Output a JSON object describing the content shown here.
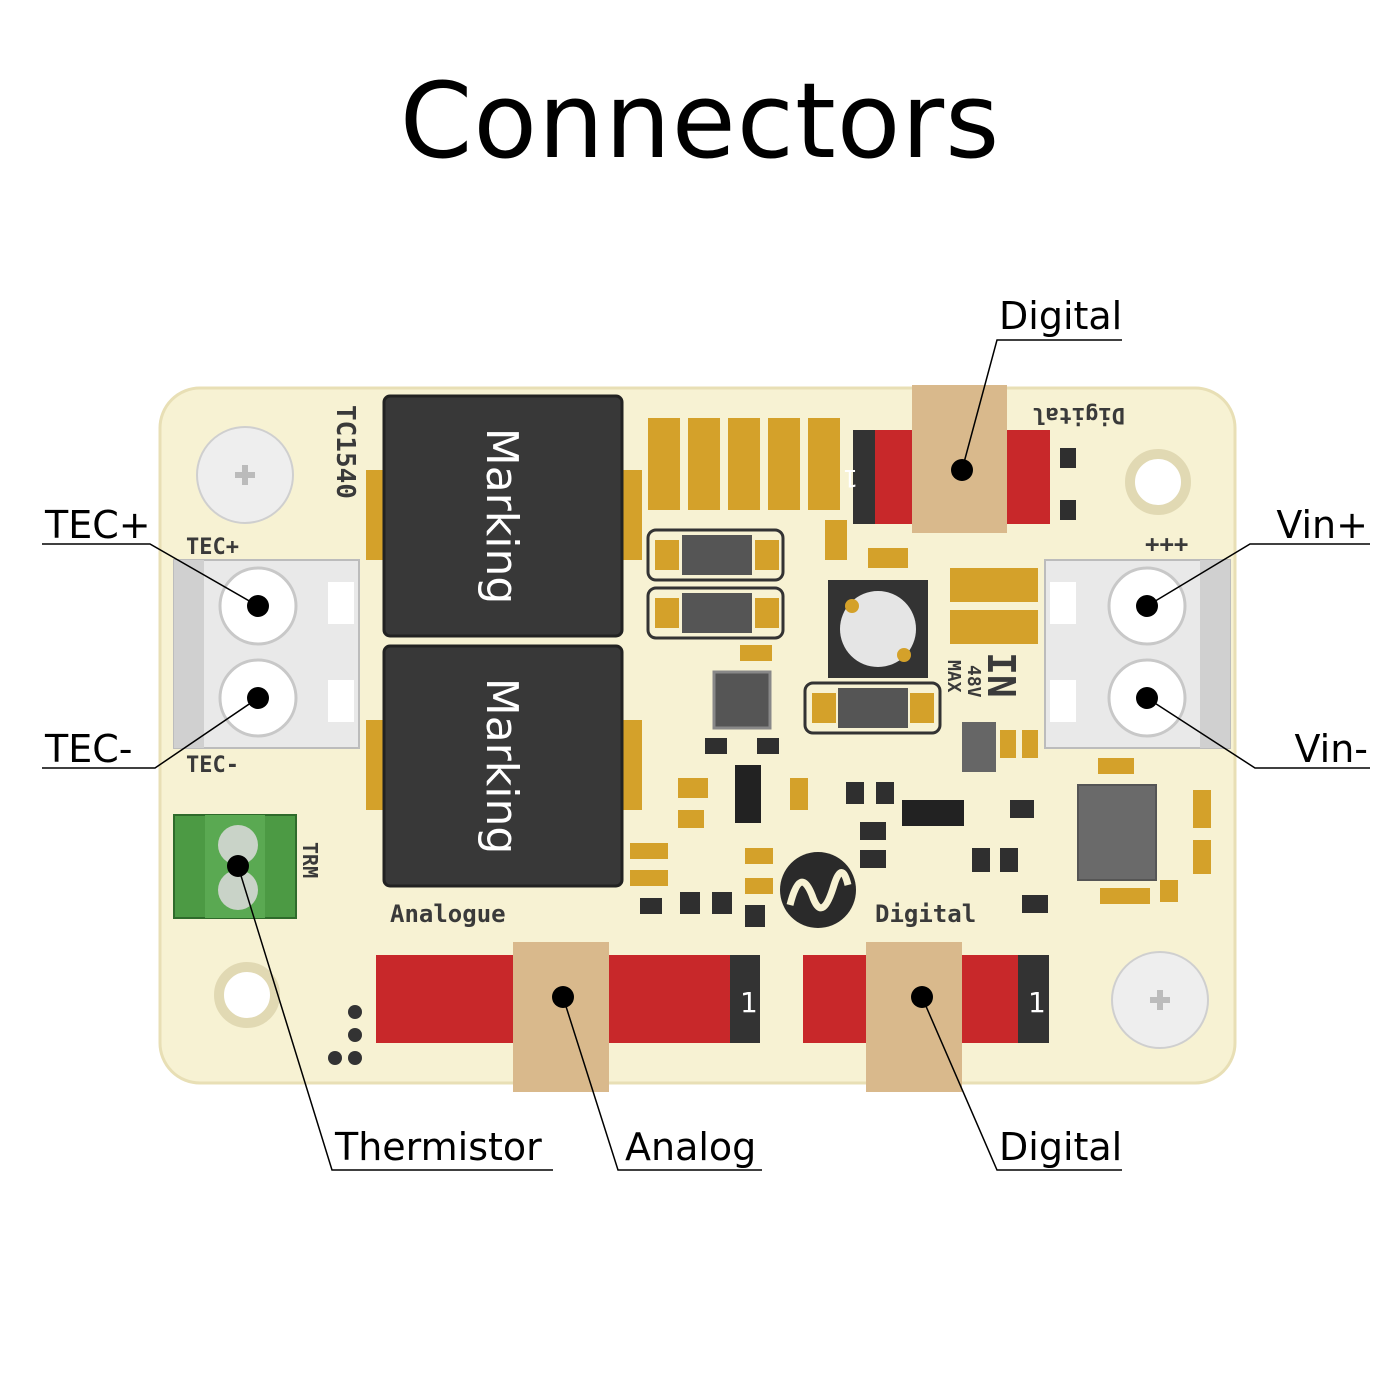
{
  "title": "Connectors",
  "board": {
    "model_text": "TC1540",
    "inductor_labels": [
      "Marking",
      "Marking"
    ],
    "silk": {
      "tec_plus": "TEC+",
      "tec_minus": "TEC-",
      "trm": "TRM",
      "plus_marks": "+++",
      "analogue": "Analogue",
      "digital_bottom": "Digital",
      "digital_top": "Digital",
      "max_voltage_1": "MAX",
      "max_voltage_2": "48V",
      "vin_mark": "IN",
      "pin1_a": "1",
      "pin1_b": "1",
      "pin1_c": "1"
    },
    "colors": {
      "pcb": "#f7f2d3",
      "header_red": "#c8282a",
      "terminal_green": "#4c9a44",
      "cap_gold": "#d4a12a",
      "label_tag": "#d9b98c"
    }
  },
  "callouts": {
    "digital_top": "Digital",
    "tec_plus": "TEC+",
    "tec_minus": "TEC-",
    "vin_plus": "Vin+",
    "vin_minus": "Vin-",
    "thermistor": "Thermistor",
    "analog": "Analog",
    "digital_bottom": "Digital"
  }
}
